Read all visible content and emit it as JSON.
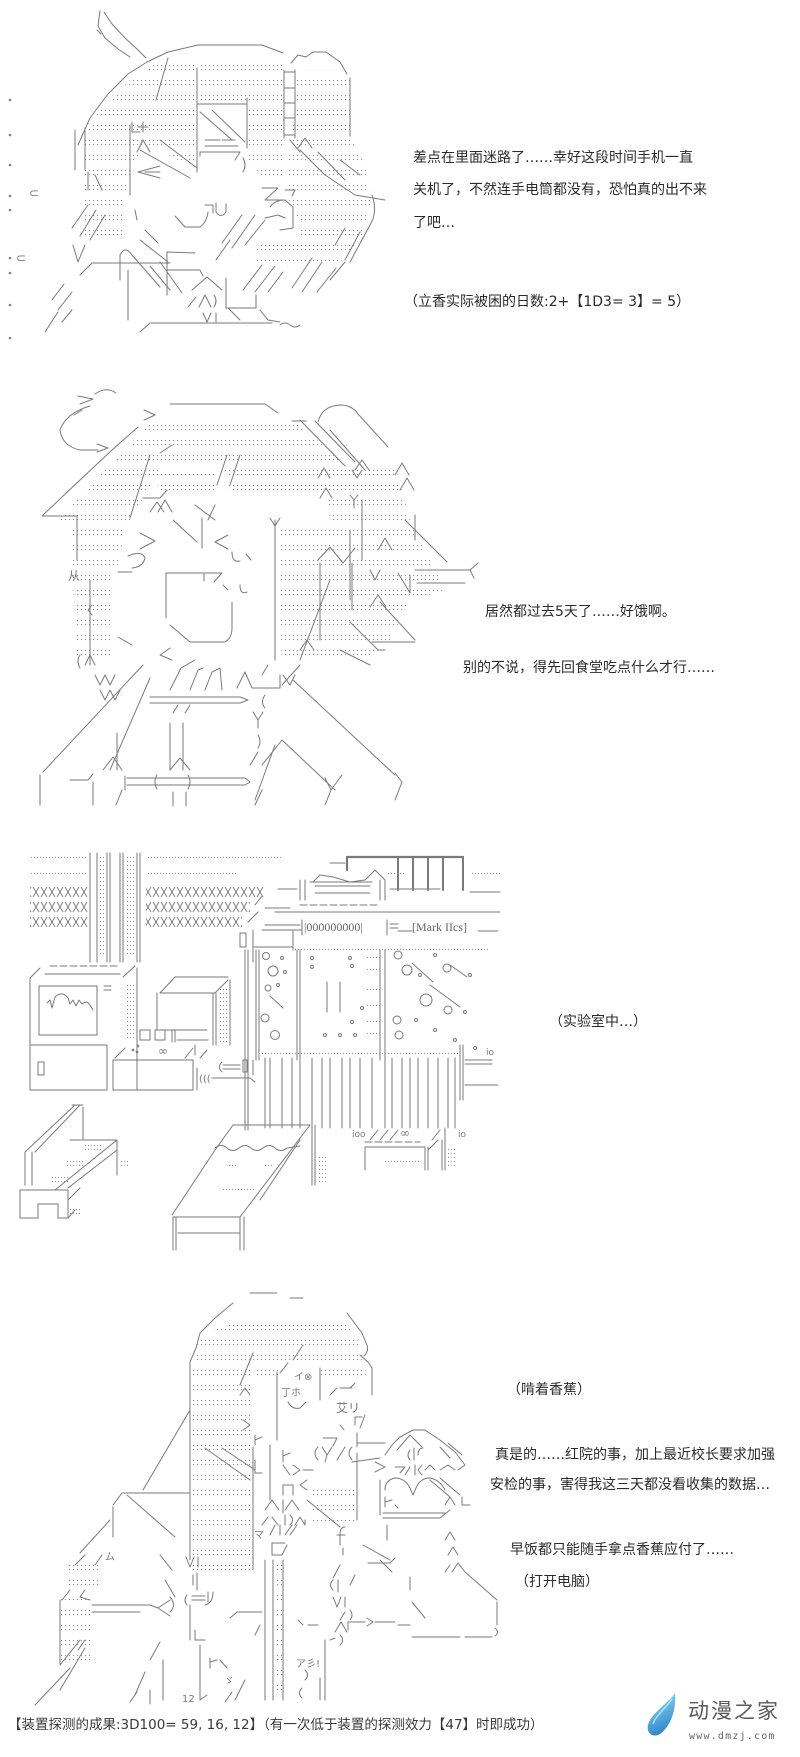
{
  "page": {
    "background": "#ffffff",
    "text_color": "#2b2b2b",
    "art_line_color": "#7a7a7a"
  },
  "panels": [
    {
      "art": {
        "subject": "ascii-art girl close-up with ahoge and braid",
        "glyphs": [
          "⊂",
          "⊂"
        ]
      },
      "dialogue": [
        "差点在里面迷路了……幸好这段时间手机一直",
        "关机了，不然连手电筒都没有，恐怕真的出不来",
        "了吧…"
      ],
      "note": "（立香实际被困的日数:2+【1D3= 3】= 5）"
    },
    {
      "art": {
        "subject": "ascii-art girl with big hat, mouth open",
        "glyphs": [
          "从"
        ]
      },
      "dialogue": [
        "居然都过去5天了……好饿啊。",
        "别的不说，得先回食堂吃点什么才行……"
      ]
    },
    {
      "art": {
        "subject": "ascii-art laboratory: pipes, monitors, machine, bench, bed, table",
        "counter": "|000000000|",
        "machine_label": "[Mark IIcs]",
        "glyphs": [
          "∞",
          "∞",
          "(((",
          "ioo",
          "io",
          "w"
        ]
      },
      "caption": "（实验室中…）"
    },
    {
      "art": {
        "subject": "ascii-art long-haired girl eating banana beside small hatted creature",
        "glyphs": [
          "艾リ",
          "イ⊗",
          "丁ホ",
          "マ",
          "ア彡!",
          "ム",
          "ゞ",
          "12"
        ]
      },
      "action": "（啃着香蕉）",
      "dialogue": [
        "真是的……红院的事，加上最近校长要求加强",
        "安检的事，害得我这三天都没看收集的数据…",
        "早饭都只能随手拿点香蕉应付了……"
      ],
      "action_2": "（打开电脑）"
    }
  ],
  "footer": {
    "roll_result": "【装置探测的成果:3D100= 59, 16, 12】（有一次低于装置的探测效力【47】时即成功）",
    "watermark": {
      "name": "动漫之家",
      "url": "www.dmzj.com",
      "icon": "droplet-logo-icon",
      "colors": {
        "top": "#8fe0ea",
        "bottom": "#2d82cc"
      }
    }
  }
}
